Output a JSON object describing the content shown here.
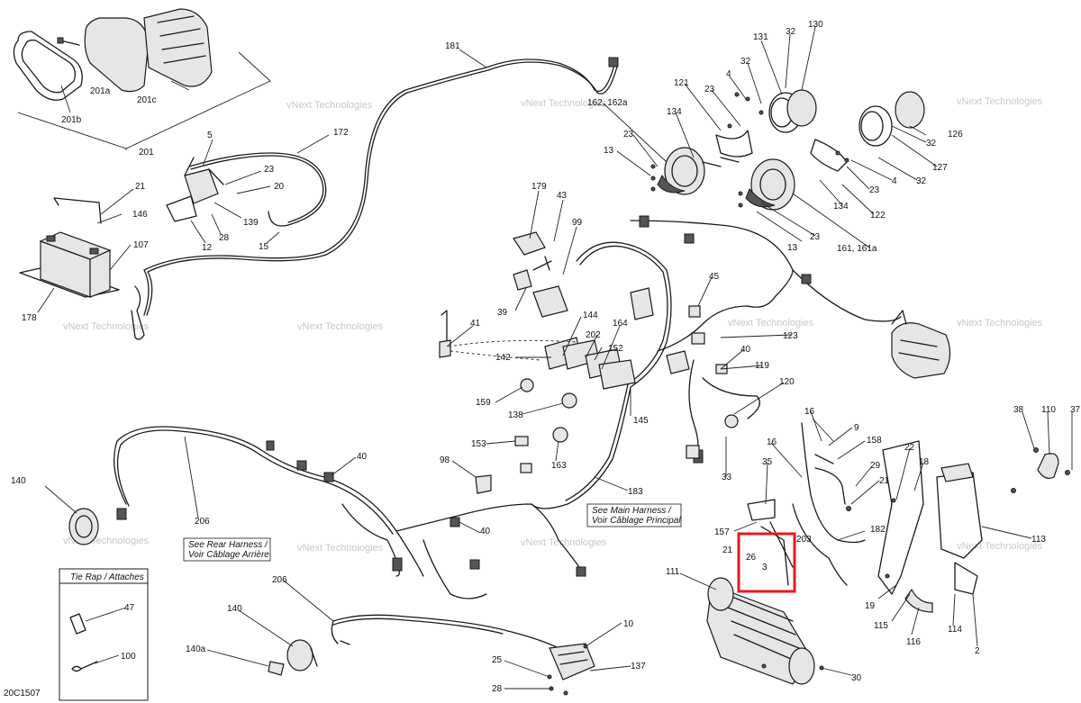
{
  "diagram_code": "20C1507",
  "watermark": "vNext Technologies",
  "notes": {
    "main_harness": [
      "See Main Harness /",
      "Voir Câblage Principal"
    ],
    "rear_harness": [
      "See Rear Harness /",
      "Voir Câblage Arrière"
    ],
    "tie_rap": "Tie Rap / Attaches"
  },
  "callouts": {
    "c201a": "201a",
    "c201b": "201b",
    "c201c": "201c",
    "c201": "201",
    "c181": "181",
    "c172": "172",
    "c5": "5",
    "c23a": "23",
    "c20": "20",
    "c139": "139",
    "c28": "28",
    "c12": "12",
    "c15": "15",
    "c21a": "21",
    "c146": "146",
    "c107": "107",
    "c178": "178",
    "c179": "179",
    "c43": "43",
    "c99": "99",
    "c39": "39",
    "c144": "144",
    "c41": "41",
    "c202": "202",
    "c164": "164",
    "c142": "142",
    "c152": "152",
    "c159": "159",
    "c138": "138",
    "c145": "145",
    "c153": "153",
    "c163": "163",
    "c98": "98",
    "c183": "183",
    "c45": "45",
    "c123": "123",
    "c40a": "40",
    "c119": "119",
    "c120": "120",
    "c33": "33",
    "c162": "162, 162a",
    "c134a": "134",
    "c121": "121",
    "c23b": "23",
    "c4a": "4",
    "c32a": "32",
    "c131": "131",
    "c32b": "32",
    "c130": "130",
    "c13a": "13",
    "c23c": "23",
    "c134b": "134",
    "c126": "126",
    "c32c": "32",
    "c127": "127",
    "c32d": "32",
    "c4b": "4",
    "c23d": "23",
    "c122": "122",
    "c161": "161, 161a",
    "c23e": "23",
    "c13b": "13",
    "c140a": "140",
    "c206a": "206",
    "c40b": "40",
    "c40c": "40",
    "c16a": "16",
    "c9": "9",
    "c158": "158",
    "c16b": "16",
    "c35": "35",
    "c29": "29",
    "c21b": "21",
    "c22": "22",
    "c18": "18",
    "c38": "38",
    "c110": "110",
    "c37": "37",
    "c157": "157",
    "c182": "182",
    "c21c": "21",
    "c26": "26",
    "c203": "203",
    "c3": "3",
    "c111": "111",
    "c113": "113",
    "c19": "19",
    "c115": "115",
    "c116": "116",
    "c114": "114",
    "c2": "2",
    "c47": "47",
    "c100": "100",
    "c140b": "140",
    "c140a2": "140a",
    "c206b": "206",
    "c10": "10",
    "c25": "25",
    "c137": "137",
    "c28b": "28",
    "c30": "30"
  }
}
